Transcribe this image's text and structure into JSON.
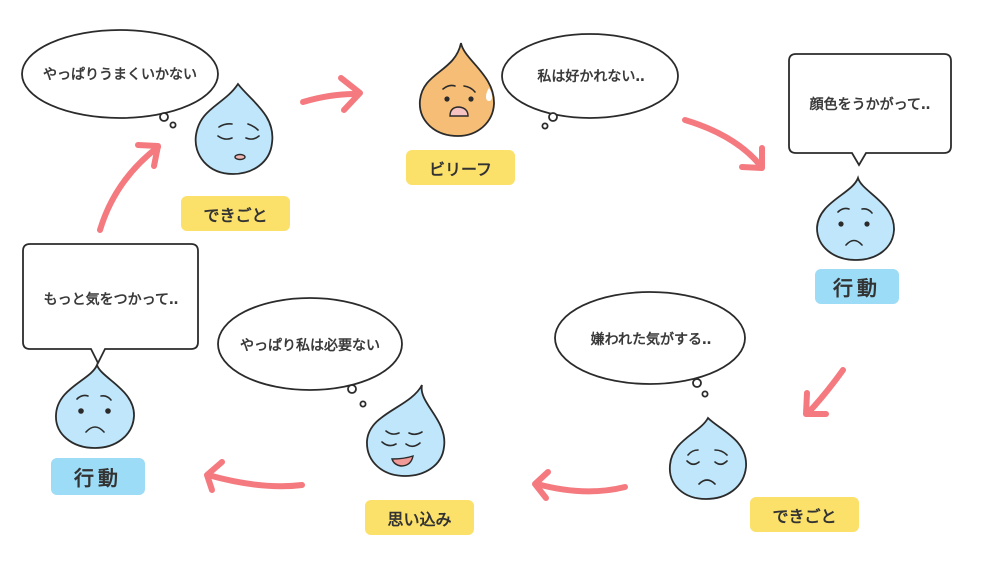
{
  "colors": {
    "arrow": "#f47a7f",
    "drop_blue": "#bfe6fa",
    "drop_orange": "#f5bd76",
    "label_yellow": "#fbe06a",
    "label_blue": "#9ddcf6",
    "outline": "#2b2b2b"
  },
  "steps": [
    {
      "id": "event-1",
      "label": "できごと",
      "label_style": "yellow",
      "bubble_type": "thought",
      "bubble_text": "やっぱりうまくいかない",
      "face": "sleepy-sad"
    },
    {
      "id": "belief",
      "label": "ビリーフ",
      "label_style": "yellow",
      "bubble_type": "thought",
      "bubble_text": "私は好かれない‥",
      "face": "worried-sweat"
    },
    {
      "id": "action-1",
      "label": "行動",
      "label_style": "blue",
      "bubble_type": "speech",
      "bubble_text": "顔色をうかがって‥",
      "face": "frown"
    },
    {
      "id": "event-2",
      "label": "できごと",
      "label_style": "yellow",
      "bubble_type": "thought",
      "bubble_text": "嫌われた気がする‥",
      "face": "eyes-closed-sad"
    },
    {
      "id": "assumption",
      "label": "思い込み",
      "label_style": "yellow",
      "bubble_type": "thought",
      "bubble_text": "やっぱり私は必要ない",
      "face": "resigned-smile"
    },
    {
      "id": "action-2",
      "label": "行動",
      "label_style": "blue",
      "bubble_type": "speech",
      "bubble_text": "もっと気をつかって‥",
      "face": "frown"
    }
  ],
  "arrows": [
    {
      "from": "event-1",
      "to": "belief",
      "icon": "arrow-right-icon"
    },
    {
      "from": "belief",
      "to": "action-1",
      "icon": "arrow-down-right-icon"
    },
    {
      "from": "action-1",
      "to": "event-2",
      "icon": "arrow-down-left-icon"
    },
    {
      "from": "event-2",
      "to": "assumption",
      "icon": "arrow-left-icon"
    },
    {
      "from": "assumption",
      "to": "action-2",
      "icon": "arrow-left-icon"
    },
    {
      "from": "action-2",
      "to": "event-1",
      "icon": "arrow-up-right-icon"
    }
  ]
}
